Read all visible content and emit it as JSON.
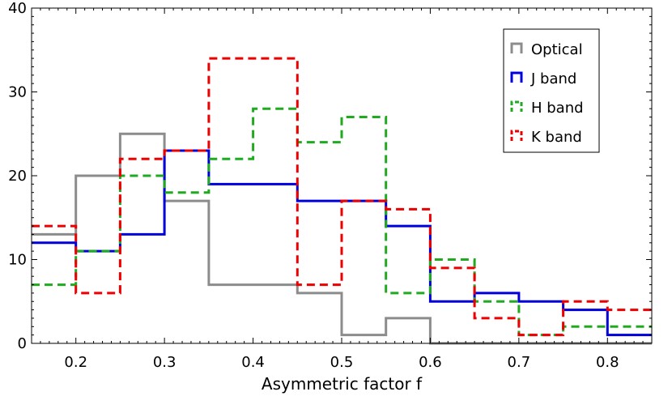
{
  "chart_data": {
    "type": "line",
    "subtype": "step-histogram",
    "title": "",
    "xlabel": "Asymmetric factor f",
    "ylabel": "",
    "xlim": [
      0.15,
      0.85
    ],
    "ylim": [
      0,
      40
    ],
    "xticks": [
      0.2,
      0.3,
      0.4,
      0.5,
      0.6,
      0.7,
      0.8
    ],
    "xtick_labels": [
      "0.2",
      "0.3",
      "0.4",
      "0.5",
      "0.6",
      "0.7",
      "0.8"
    ],
    "yticks": [
      0,
      10,
      20,
      30,
      40
    ],
    "ytick_labels": [
      "0",
      "10",
      "20",
      "30",
      "40"
    ],
    "bin_edges": [
      0.15,
      0.2,
      0.25,
      0.3,
      0.35,
      0.4,
      0.45,
      0.5,
      0.55,
      0.6,
      0.65,
      0.7,
      0.75,
      0.8,
      0.85
    ],
    "grid": false,
    "legend_position": "top-right",
    "series": [
      {
        "name": "Optical",
        "color": "#8c8c8c",
        "dash": "solid",
        "values": [
          13,
          20,
          25,
          17,
          7,
          7,
          6,
          1,
          3,
          0,
          0,
          0,
          0,
          0
        ]
      },
      {
        "name": "J band",
        "color": "#0000dd",
        "dash": "solid",
        "values": [
          12,
          11,
          13,
          23,
          19,
          19,
          17,
          17,
          14,
          5,
          6,
          5,
          4,
          1
        ]
      },
      {
        "name": "H band",
        "color": "#1faa1f",
        "dash": "dashed",
        "values": [
          7,
          11,
          20,
          18,
          22,
          28,
          24,
          27,
          6,
          10,
          5,
          1,
          2,
          2
        ]
      },
      {
        "name": "K band",
        "color": "#ee0000",
        "dash": "dashed",
        "values": [
          14,
          6,
          22,
          23,
          34,
          34,
          7,
          17,
          16,
          9,
          3,
          1,
          5,
          4
        ]
      }
    ]
  }
}
